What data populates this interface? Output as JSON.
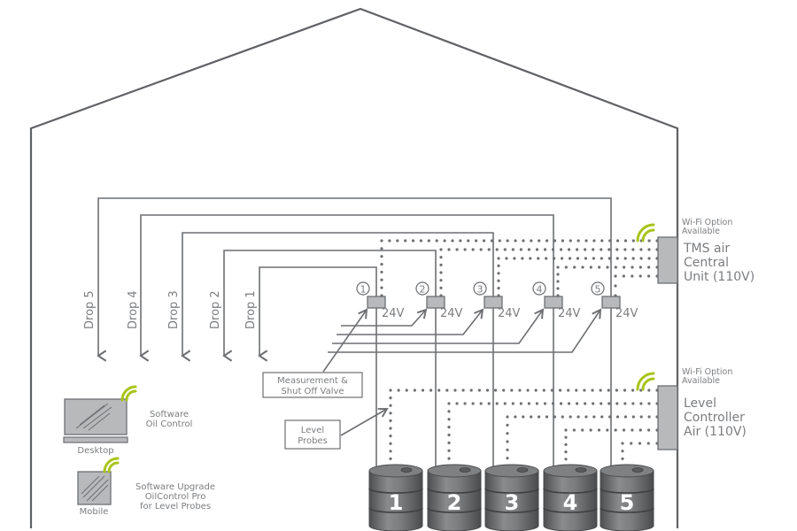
{
  "title": "Oil drop system installation diagram",
  "drops": [
    {
      "label": "Drop 5"
    },
    {
      "label": "Drop 4"
    },
    {
      "label": "Drop 3"
    },
    {
      "label": "Drop 2"
    },
    {
      "label": "Drop 1"
    }
  ],
  "valves": [
    {
      "number": "1",
      "voltage": "24V"
    },
    {
      "number": "2",
      "voltage": "24V"
    },
    {
      "number": "3",
      "voltage": "24V"
    },
    {
      "number": "4",
      "voltage": "24V"
    },
    {
      "number": "5",
      "voltage": "24V"
    }
  ],
  "barrels": [
    {
      "number": "1"
    },
    {
      "number": "2"
    },
    {
      "number": "3"
    },
    {
      "number": "4"
    },
    {
      "number": "5"
    }
  ],
  "callouts": {
    "valve_line1": "Measurement &",
    "valve_line2": "Shut Off Valve",
    "probes_line1": "Level",
    "probes_line2": "Probes"
  },
  "tms_unit": {
    "wifi_line1": "Wi-Fi Option",
    "wifi_line2": "Available",
    "name_line1": "TMS air",
    "name_line2": "Central",
    "name_line3": "Unit (110V)"
  },
  "level_controller": {
    "wifi_line1": "Wi-Fi Option",
    "wifi_line2": "Available",
    "name_line1": "Level",
    "name_line2": "Controller",
    "name_line3": "Air (110V)"
  },
  "desktop": {
    "device_label": "Desktop",
    "software_line1": "Software",
    "software_line2": "Oil Control"
  },
  "mobile": {
    "device_label": "Mobile",
    "software_line1": "Software Upgrade",
    "software_line2": "OilControl Pro",
    "software_line3": "for Level Probes"
  },
  "colors": {
    "line": "#6d6f72",
    "wifi_accent": "#a9c41a",
    "unit_fill": "#b8b9bb",
    "barrel": "#6a6b6d"
  }
}
